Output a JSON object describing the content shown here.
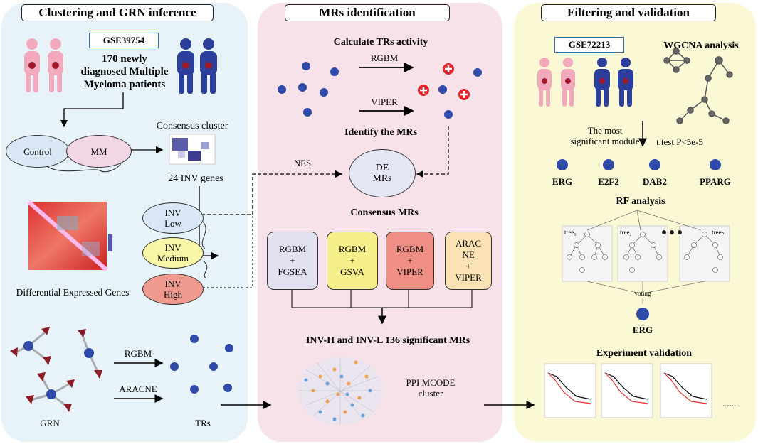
{
  "panels": {
    "left_title": "Clustering and GRN inference",
    "middle_title": "MRs identification",
    "right_title": "Filtering and validation"
  },
  "left": {
    "dataset": "GSE39754",
    "patients": "170 newly\ndiagnosed Multiple\nMyeloma patients",
    "control": "Control",
    "mm": "MM",
    "consensus_cluster": "Consensus cluster",
    "inv_genes": "24 INV genes",
    "inv_low": "INV\nLow",
    "inv_medium": "INV\nMedium",
    "inv_high": "INV\nHigh",
    "deg": "Differential Expressed Genes",
    "rgbm": "RGBM",
    "aracne": "ARACNE",
    "grn": "GRN",
    "trs": "TRs"
  },
  "middle": {
    "calc": "Calculate TRs activity",
    "rgbm": "RGBM",
    "viper": "VIPER",
    "identify": "Identify the MRs",
    "nes": "NES",
    "de_mrs": "DE\nMRs",
    "consensus": "Consensus MRs",
    "methods": [
      {
        "label": "RGBM\n+\nFGSEA",
        "color": "#e1e1f2"
      },
      {
        "label": "RGBM\n+\nGSVA",
        "color": "#f5f08c"
      },
      {
        "label": "RGBM\n+\nVIPER",
        "color": "#ef8e84"
      },
      {
        "label": "ARAC\nNE\n+\nVIPER",
        "color": "#fbe2b4"
      }
    ],
    "significant": "INV-H and INV-L  136 significant MRs",
    "ppi": "PPI MCODE\ncluster"
  },
  "right": {
    "dataset": "GSE72213",
    "wgcna": "WGCNA analysis",
    "module": "The most\nsignificant module",
    "ttest": "t.test P<5e-5",
    "genes": [
      "ERG",
      "E2F2",
      "DAB2",
      "PPARG"
    ],
    "rf": "RF analysis",
    "tree1": "tree₁",
    "tree2": "tree₂",
    "treen": "treeₙ",
    "voting": "voting",
    "erg": "ERG",
    "experiment": "Experiment validation",
    "dots": "......"
  },
  "colors": {
    "node": "#2f4aa8",
    "triangle": "#8b1c26",
    "plus": "#e0222a"
  }
}
